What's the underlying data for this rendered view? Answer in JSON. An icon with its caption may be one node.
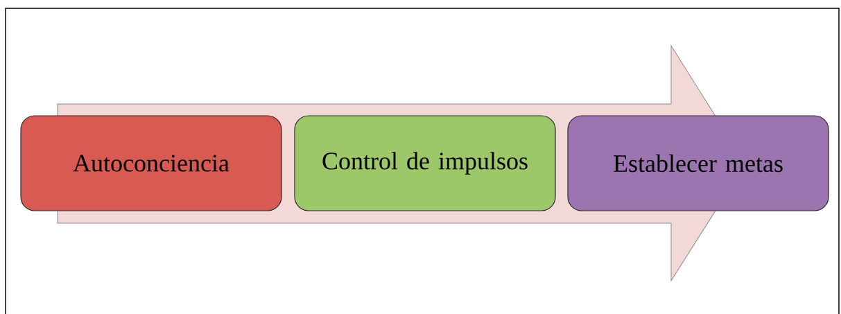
{
  "diagram": {
    "nodes": [
      {
        "text": [
          "Autoconciencia"
        ]
      },
      {
        "text": [
          "Control de impulsos"
        ]
      },
      {
        "text": [
          "Establecer metas"
        ]
      }
    ]
  }
}
